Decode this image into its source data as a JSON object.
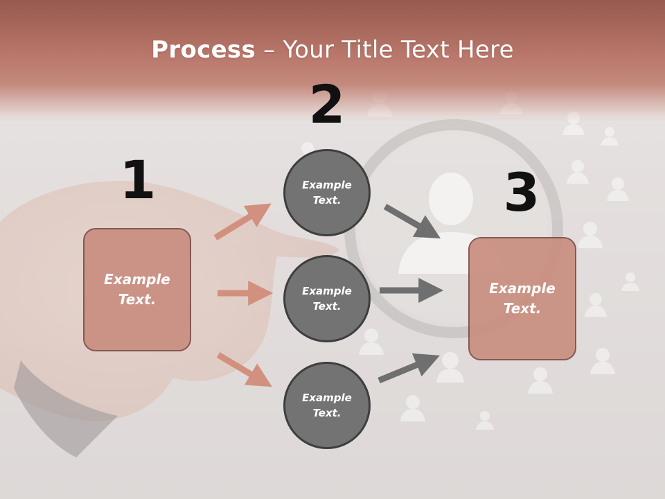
{
  "slide": {
    "title_bold": "Process",
    "title_rest": " – Your Title Text Here",
    "steps": {
      "one": "1",
      "two": "2",
      "three": "3"
    },
    "left_box": {
      "line1": "Example",
      "line2": "Text."
    },
    "right_box": {
      "line1": "Example",
      "line2": "Text."
    },
    "circles": [
      {
        "line1": "Example",
        "line2": "Text."
      },
      {
        "line1": "Example",
        "line2": "Text."
      },
      {
        "line1": "Example",
        "line2": "Text."
      }
    ]
  },
  "colors": {
    "header": "#b9766a",
    "box_fill": "#c98f80",
    "box_border": "#7a5048",
    "circle_fill": "#737373",
    "circle_border": "#3e3e3e",
    "salmon_arrow": "#d2907f",
    "gray_arrow": "#6f6f6f"
  },
  "background": {
    "description_icons": [
      "hand-photo",
      "magnifier-icon",
      "person-icon"
    ]
  }
}
